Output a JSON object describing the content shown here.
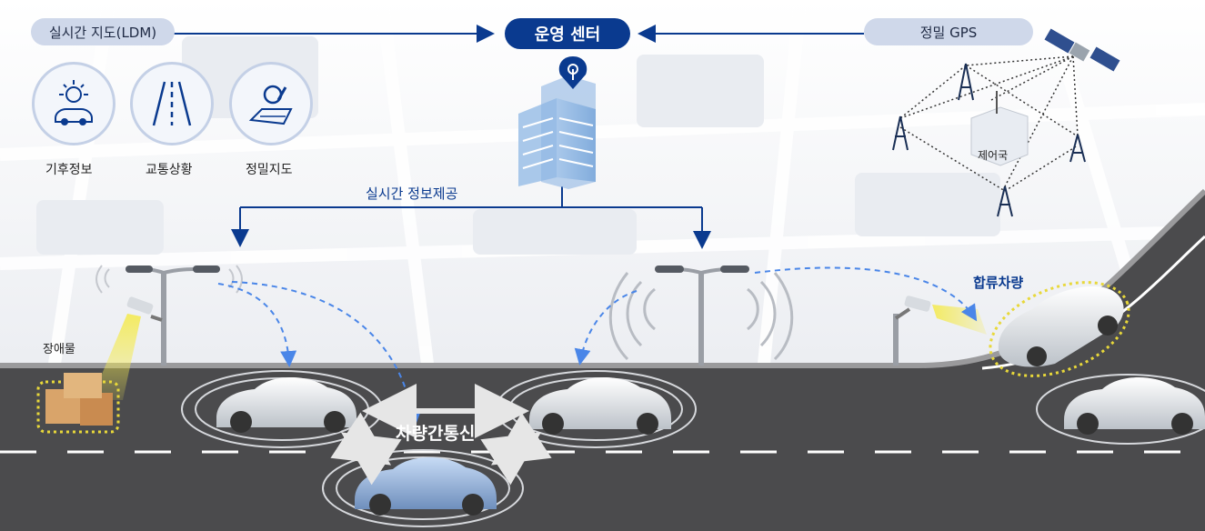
{
  "pills": {
    "ldm": "실시간 지도(LDM)",
    "center": "운영 센터",
    "gps": "정밀 GPS"
  },
  "icons": {
    "weather": "기후정보",
    "traffic": "교통상황",
    "precise_map": "정밀지도"
  },
  "labels": {
    "realtime_info": "실시간 정보제공",
    "control_station": "제어국",
    "obstacle": "장애물",
    "v2v": "차량간통신",
    "merging": "합류차량"
  },
  "colors": {
    "navy": "#0a3a8f",
    "pill_light": "#cfd8ea",
    "dashed_blue": "#4a86e8",
    "road": "#4b4b4d",
    "caution": "#e8d83a"
  }
}
